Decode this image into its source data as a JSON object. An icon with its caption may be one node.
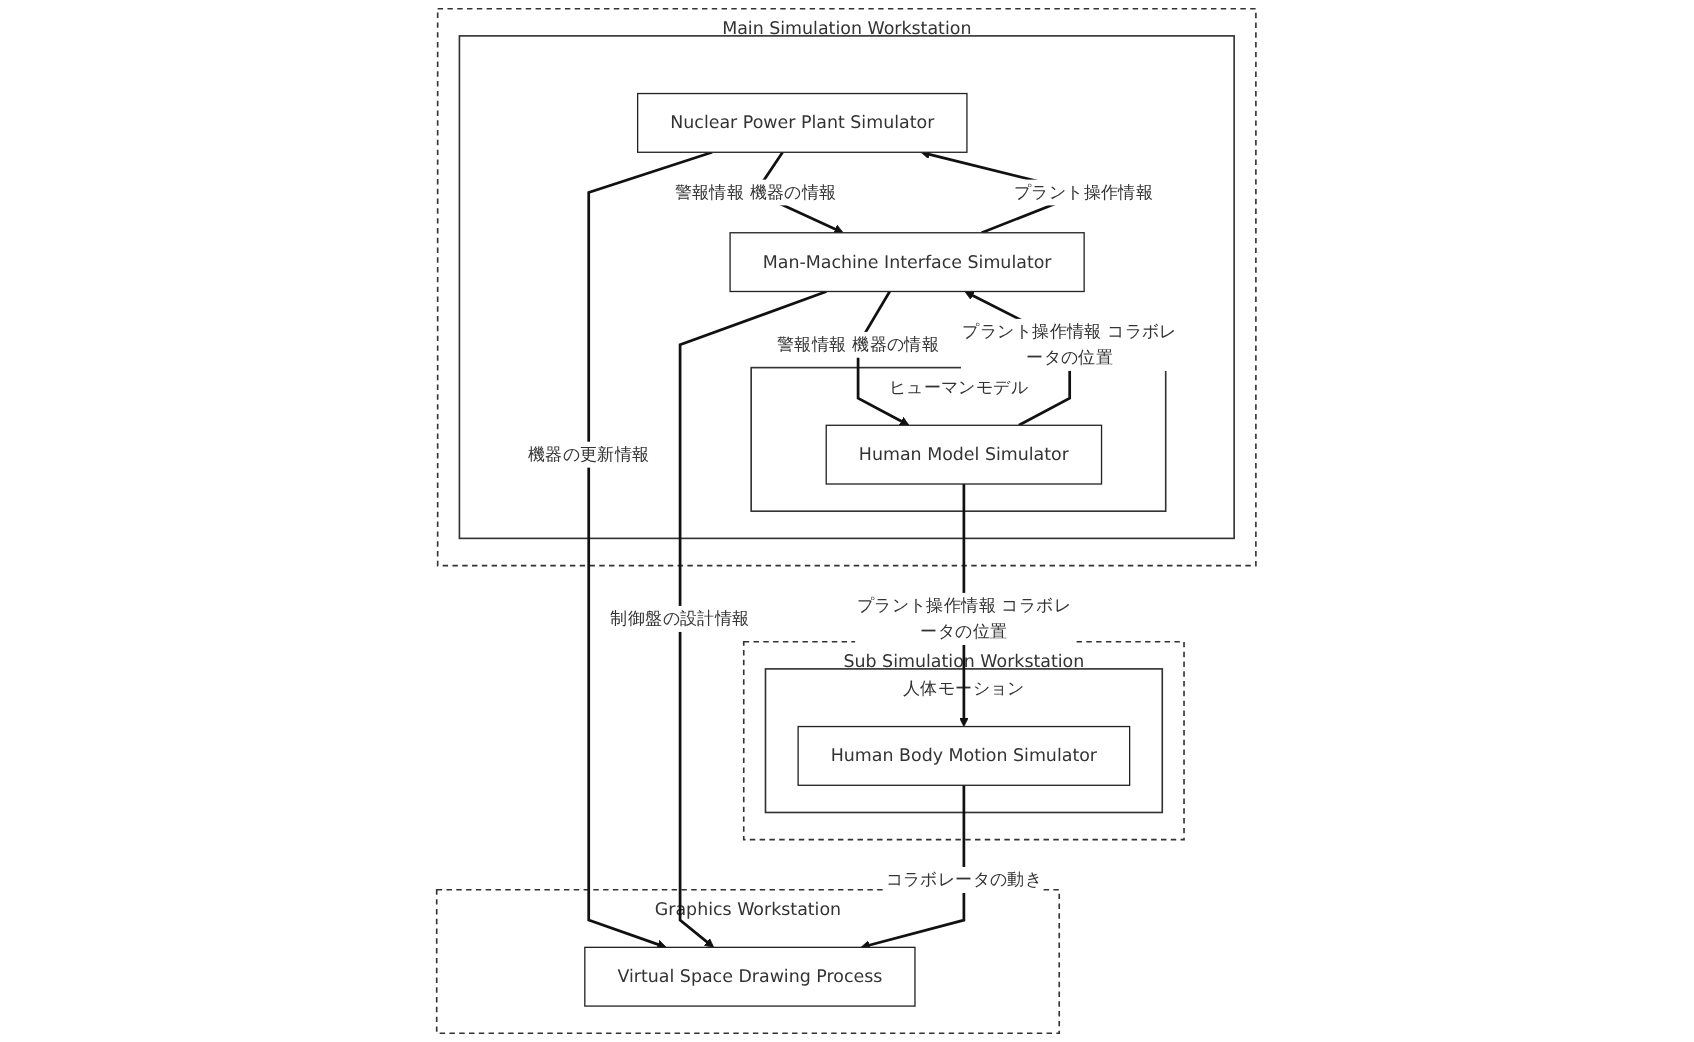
{
  "diagram": {
    "nodes": [
      {
        "text": [
          "Main Simulation Workstation"
        ]
      },
      {
        "text": [],
        "shape": "box",
        "in": 0
      },
      {
        "text": [
          "Nuclear Power Plant Simulator"
        ],
        "in": 1
      },
      {
        "text": [
          "Man-Machine Interface Simulator"
        ],
        "in": 1
      },
      {
        "text": [
          "ヒューマンモデル"
        ],
        "in": 1
      },
      {
        "text": [
          "Human Model Simulator"
        ],
        "in": 4
      },
      {
        "text": [
          "Graphics Workstation"
        ]
      },
      {
        "text": [
          "Virtual Space Drawing Process"
        ],
        "in": 6
      },
      {
        "text": [
          "Sub Simulation Workstation"
        ]
      },
      {
        "text": [
          "人体モーション"
        ],
        "in": 8
      },
      {
        "text": [
          "Human Body Motion Simulator"
        ],
        "in": 9
      }
    ],
    "edges": [
      {
        "from": 2,
        "to": 7,
        "arrow": "to",
        "label": "機器の更新情報"
      },
      {
        "from": 2,
        "to": 3,
        "arrow": "to",
        "label": "警報情報 機器の情報"
      },
      {
        "from": 3,
        "to": 2,
        "arrow": "to",
        "label": "プラント操作情報"
      },
      {
        "from": 3,
        "to": 7,
        "arrow": "to",
        "label": "制御盤の設計情報"
      },
      {
        "from": 3,
        "to": 5,
        "arrow": "to",
        "label": "警報情報 機器の情報"
      },
      {
        "from": 5,
        "to": 3,
        "arrow": "to",
        "label": "プラント操作情報 コラボレータの位置"
      },
      {
        "from": 5,
        "to": 10,
        "arrow": "to",
        "label": "プラント操作情報 コラボレータの位置"
      },
      {
        "from": 10,
        "to": 7,
        "arrow": "to",
        "label": "コラボレータの動き"
      }
    ]
  }
}
